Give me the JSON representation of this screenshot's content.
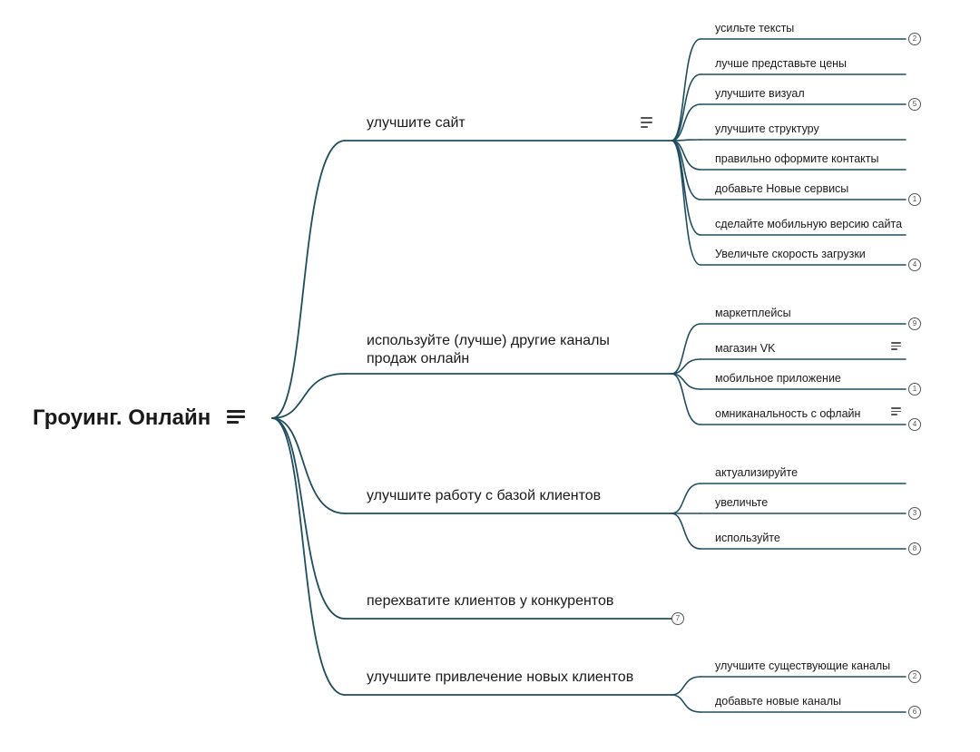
{
  "root": {
    "title": "Гроуинг. Онлайн",
    "has_note": true
  },
  "style": {
    "line_color": "#1f4e5f",
    "text_color": "#1a1a1a",
    "badge_color": "#555555"
  },
  "branches": [
    {
      "label": "улучшите сайт",
      "has_note": true,
      "children": [
        {
          "label": "усильте тексты",
          "collapsed_count": "2"
        },
        {
          "label": "лучше представьте цены"
        },
        {
          "label": "улучшите визуал",
          "collapsed_count": "5"
        },
        {
          "label": "улучшите структуру"
        },
        {
          "label": "правильно оформите контакты"
        },
        {
          "label": "добавьте Новые сервисы",
          "collapsed_count": "1"
        },
        {
          "label": "сделайте мобильную версию сайта"
        },
        {
          "label": "Увеличьте скорость загрузки",
          "collapsed_count": "4"
        }
      ]
    },
    {
      "label": "используйте (лучше) другие каналы продаж онлайн",
      "label_lines": [
        "используйте (лучше) другие каналы",
        "продаж онлайн"
      ],
      "children": [
        {
          "label": "маркетплейсы",
          "collapsed_count": "9"
        },
        {
          "label": "магазин VK",
          "has_note": true
        },
        {
          "label": "мобильное приложение",
          "collapsed_count": "1"
        },
        {
          "label": "омниканальность с офлайн",
          "has_note": true,
          "collapsed_count": "4"
        }
      ]
    },
    {
      "label": "улучшите работу с базой клиентов",
      "children": [
        {
          "label": "актуализируйте"
        },
        {
          "label": "увеличьте",
          "collapsed_count": "3"
        },
        {
          "label": "используйте",
          "collapsed_count": "8"
        }
      ]
    },
    {
      "label": "перехватите клиентов у конкурентов",
      "collapsed_count": "7",
      "children": []
    },
    {
      "label": "улучшите  привлечение новых клиентов",
      "children": [
        {
          "label": "улучшите существующие каналы",
          "collapsed_count": "2"
        },
        {
          "label": "добавьте новые каналы",
          "collapsed_count": "6"
        }
      ]
    }
  ]
}
